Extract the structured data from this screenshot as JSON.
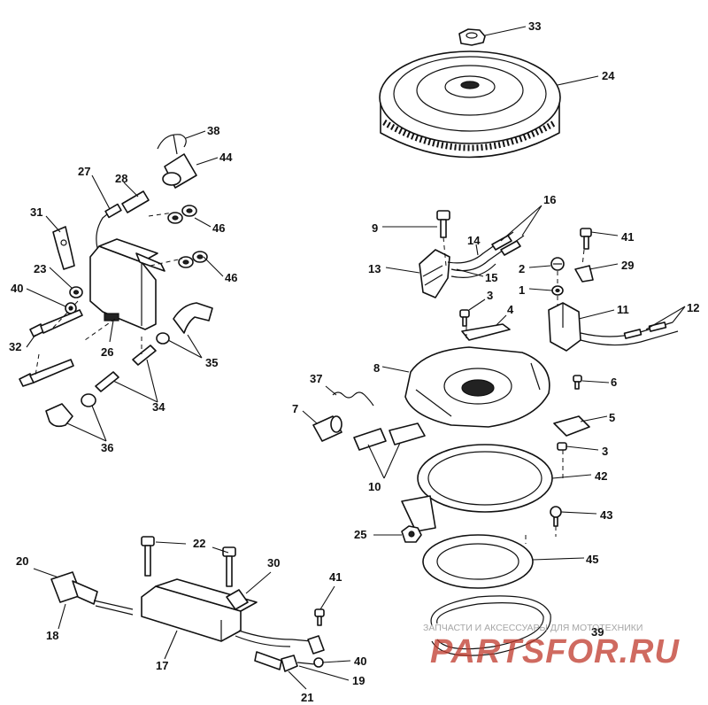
{
  "callouts": {
    "c33": "33",
    "c24": "24",
    "c38": "38",
    "c44": "44",
    "c27": "27",
    "c28": "28",
    "c31": "31",
    "c46a": "46",
    "c46b": "46",
    "c23": "23",
    "c40a": "40",
    "c32": "32",
    "c26": "26",
    "c35": "35",
    "c34": "34",
    "c36": "36",
    "c9": "9",
    "c16": "16",
    "c14": "14",
    "c13": "13",
    "c15": "15",
    "c3a": "3",
    "c4": "4",
    "c41a": "41",
    "c2": "2",
    "c29": "29",
    "c1": "1",
    "c11": "11",
    "c12": "12",
    "c8": "8",
    "c6": "6",
    "c37": "37",
    "c7": "7",
    "c5": "5",
    "c3b": "3",
    "c42": "42",
    "c10": "10",
    "c43": "43",
    "c25": "25",
    "c45": "45",
    "c22": "22",
    "c20": "20",
    "c30": "30",
    "c41b": "41",
    "c18": "18",
    "c17": "17",
    "c39": "39",
    "c40b": "40",
    "c19": "19",
    "c21": "21"
  },
  "watermark": {
    "tagline": "ЗАПЧАСТИ И АКСЕССУАРЫ ДЛЯ МОТОТЕХНИКИ",
    "brand": "PARTSFOR.RU",
    "color": "#c0392b"
  }
}
